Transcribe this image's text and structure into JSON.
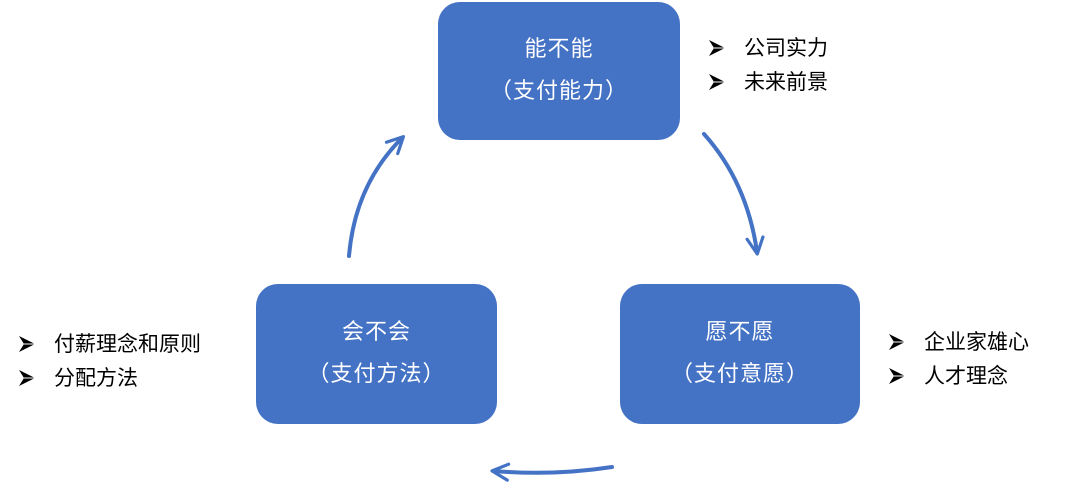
{
  "nodes": {
    "top": {
      "title": "能不能",
      "subtitle": "（支付能力）"
    },
    "right": {
      "title": "愿不愿",
      "subtitle": "（支付意愿）"
    },
    "left": {
      "title": "会不会",
      "subtitle": "（支付方法）"
    }
  },
  "bullets": {
    "top": [
      "公司实力",
      "未来前景"
    ],
    "right": [
      "企业家雄心",
      "人才理念"
    ],
    "left": [
      "付薪理念和原则",
      "分配方法"
    ]
  },
  "colors": {
    "node_fill": "#4472c4",
    "arrow": "#4472c4",
    "node_text": "#ffffff",
    "bullet_text": "#000000"
  },
  "icons": {
    "bullet": "arrowhead-bullet-icon",
    "connector": "curved-arrow-icon"
  }
}
